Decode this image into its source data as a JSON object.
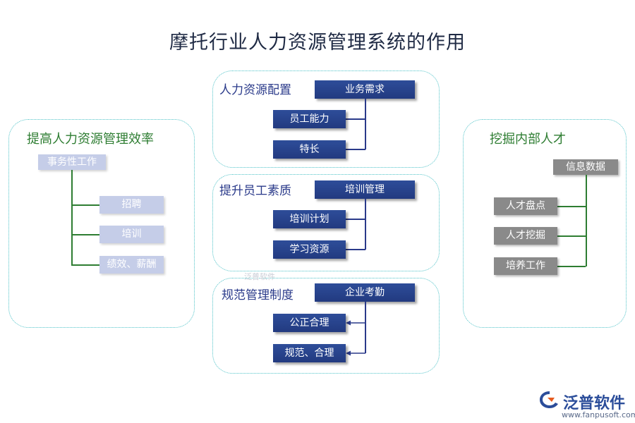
{
  "title": "摩托行业人力资源管理系统的作用",
  "left": {
    "title": "提高人力资源管理效率",
    "root": "事务性工作",
    "items": [
      "招聘",
      "培训",
      "绩效、薪酬"
    ]
  },
  "right": {
    "title": "挖掘内部人才",
    "root": "信息数据",
    "items": [
      "人才盘点",
      "人才挖掘",
      "培养工作"
    ]
  },
  "center": [
    {
      "title": "人力资源配置",
      "head": "业务需求",
      "items": [
        "员工能力",
        "特长"
      ]
    },
    {
      "title": "提升员工素质",
      "head": "培训管理",
      "items": [
        "培训计划",
        "学习资源"
      ]
    },
    {
      "title": "规范管理制度",
      "head": "企业考勤",
      "items": [
        "公正合理",
        "规范、合理"
      ]
    }
  ],
  "watermark": "泛普软件",
  "logo": {
    "name": "泛普软件",
    "url": "www.fanpusoft.com"
  }
}
